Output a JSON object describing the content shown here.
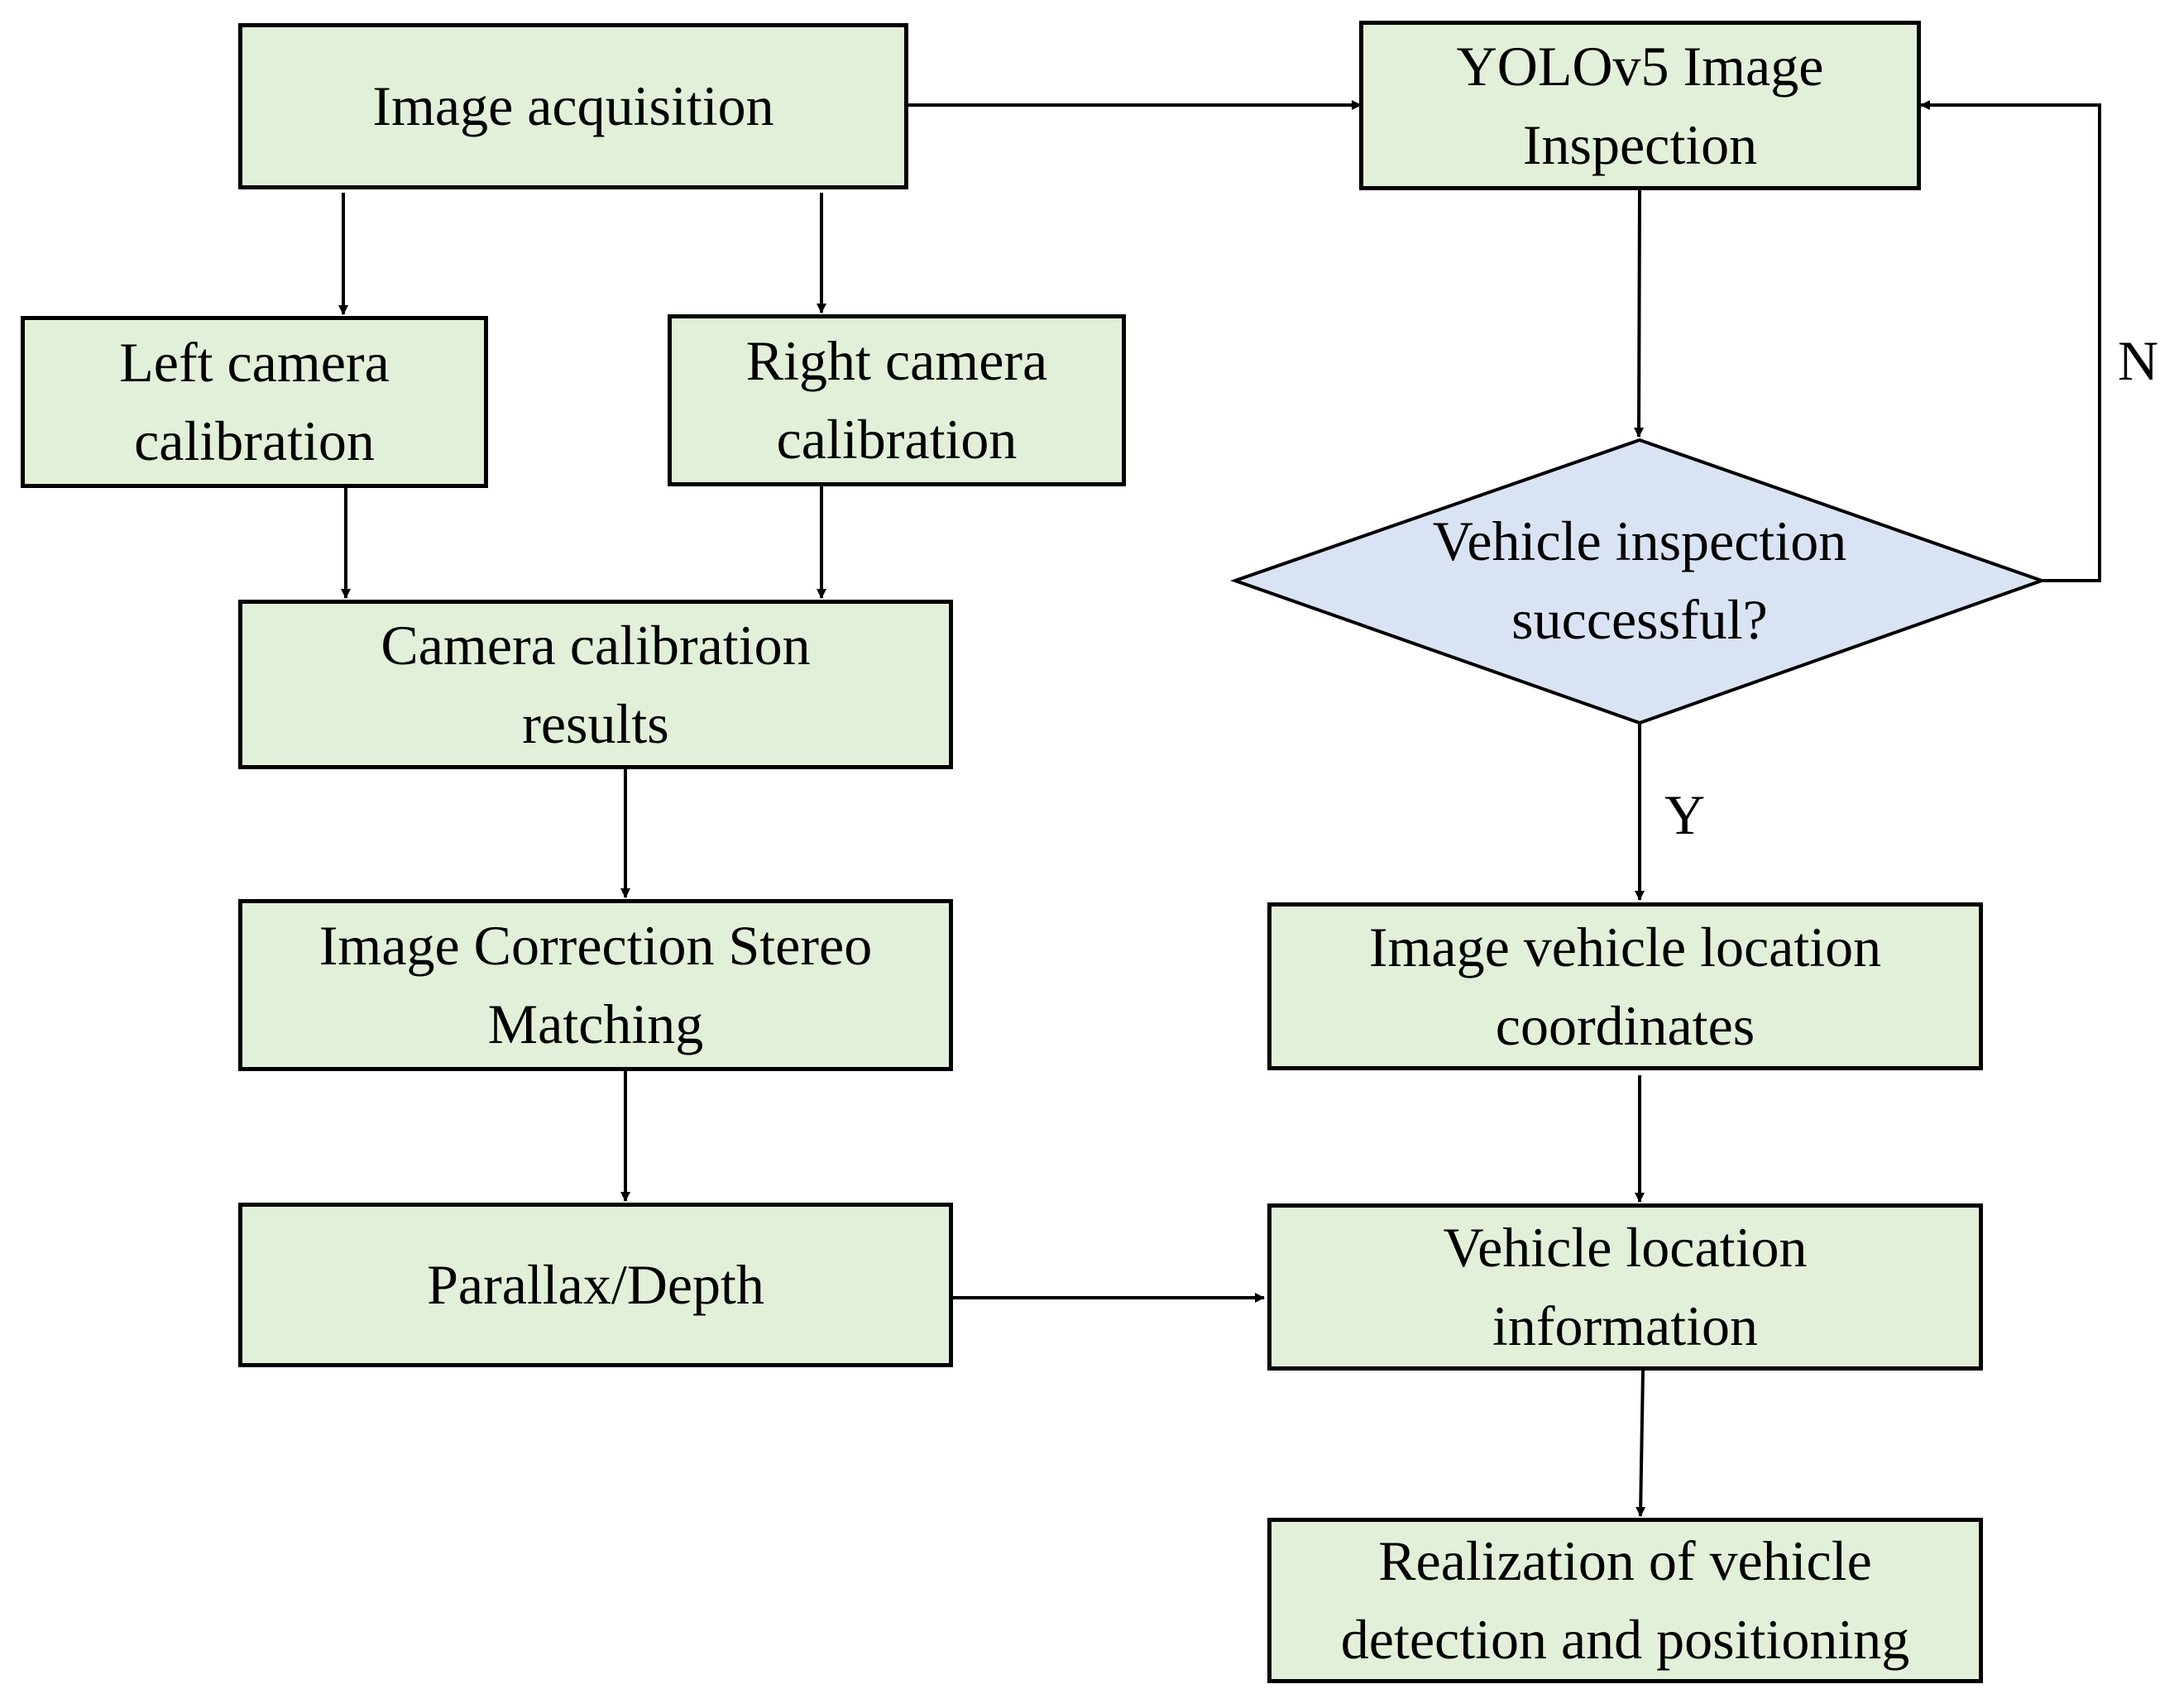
{
  "nodes": {
    "image_acquisition": "Image acquisition",
    "yolo_inspection": "YOLOv5 Image\nInspection",
    "left_calibration": "Left camera\ncalibration",
    "right_calibration": "Right camera\ncalibration",
    "vehicle_inspection_decision": "Vehicle inspection\nsuccessful?",
    "calibration_results": "Camera calibration\nresults",
    "image_correction": "Image Correction Stereo\nMatching",
    "image_vehicle_location": "Image vehicle location\ncoordinates",
    "parallax_depth": "Parallax/Depth",
    "vehicle_location_info": "Vehicle location\ninformation",
    "realization": "Realization of vehicle\ndetection and positioning"
  },
  "edge_labels": {
    "no": "N",
    "yes": "Y"
  },
  "colors": {
    "process_fill": "#e2f0d9",
    "decision_fill": "#dae3f3",
    "stroke": "#000000"
  }
}
